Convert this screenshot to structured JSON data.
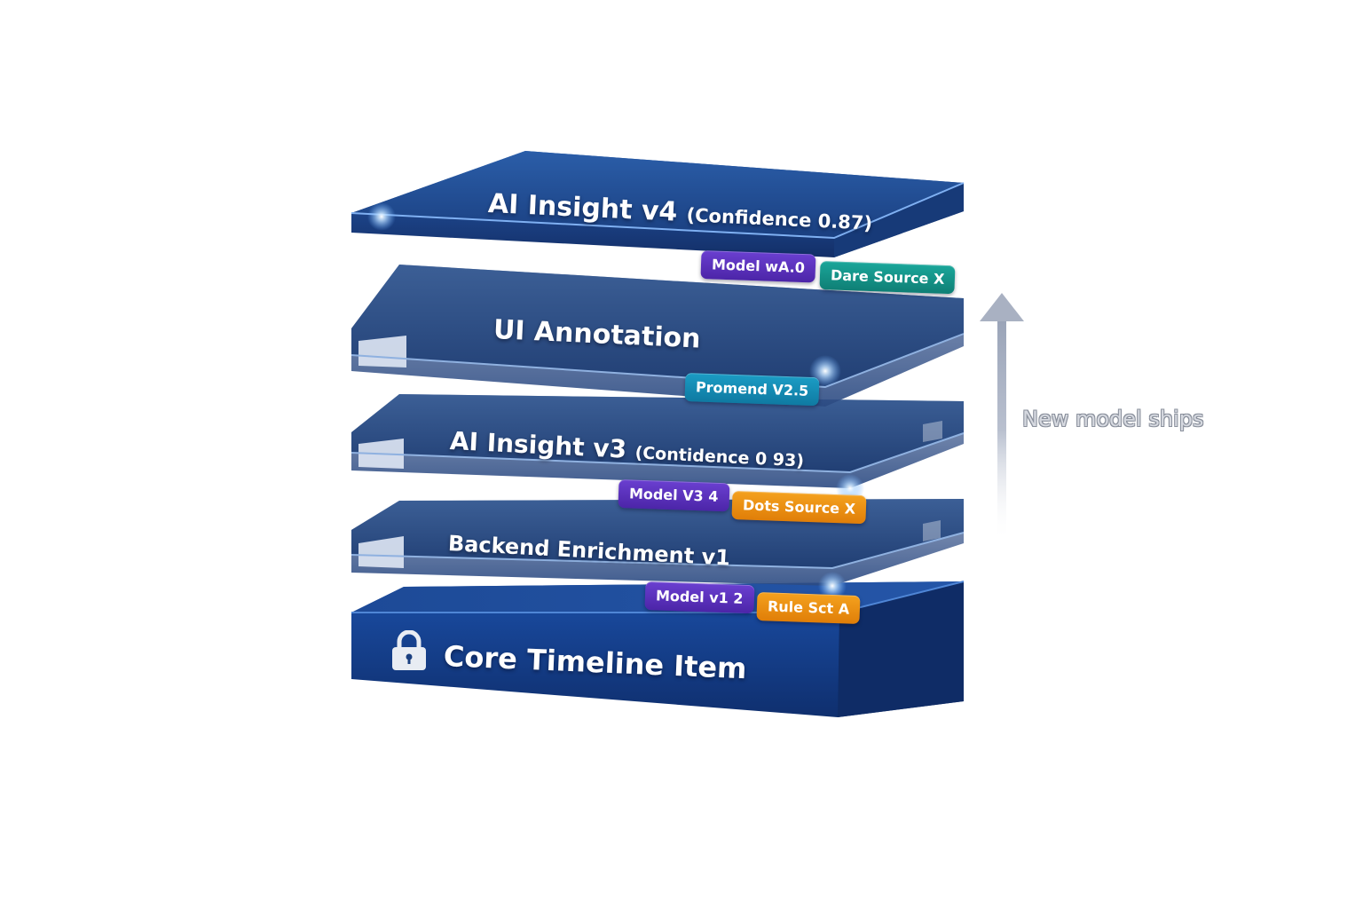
{
  "layers": {
    "top": {
      "title": "AI Insight v4",
      "subtitle": "(Confidence 0.87)",
      "tags": [
        "Model wA.0",
        "Dare Source X"
      ]
    },
    "annotation": {
      "title": "UI Annotation",
      "tags": [
        "Promend V2.5"
      ]
    },
    "insight_v3": {
      "title": "AI Insight v3",
      "subtitle": "(Contidence 0 93)",
      "tags": [
        "Model V3 4",
        "Dots Source X"
      ]
    },
    "backend": {
      "title": "Backend Enrichment v1",
      "tags": [
        "Model v1 2",
        "Rule Sct A"
      ]
    },
    "core": {
      "title": "Core Timeline Item",
      "icon": "lock-icon"
    }
  },
  "arrow": {
    "label": "New model ships",
    "icon": "up-arrow-icon"
  },
  "colors": {
    "slab_dark": "#173a78",
    "slab_light": "#2e5fa8",
    "core_blue": "#123f8c",
    "tag_purple": "#5a30bf",
    "tag_teal": "#149488",
    "tag_cyan": "#158bb5",
    "tag_orange": "#ee900f",
    "arrow_gray": "#a9b1c2"
  }
}
